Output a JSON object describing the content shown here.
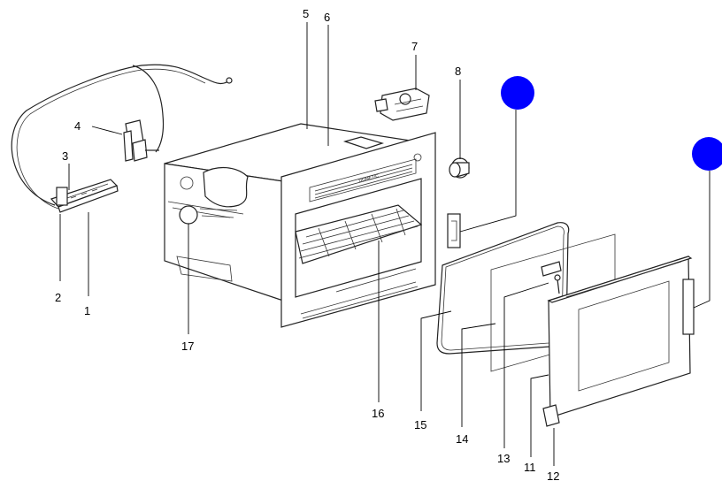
{
  "labels": {
    "p1": "1",
    "p2": "2",
    "p3": "3",
    "p4": "4",
    "p5": "5",
    "p6": "6",
    "p7": "7",
    "p8": "8",
    "p11": "11",
    "p12": "12",
    "p13": "13",
    "p14": "14",
    "p15": "15",
    "p16": "16",
    "p17": "17"
  },
  "colors": {
    "marker": "#0000ff",
    "line": "#222222"
  },
  "brand_text": "DOMETIC"
}
